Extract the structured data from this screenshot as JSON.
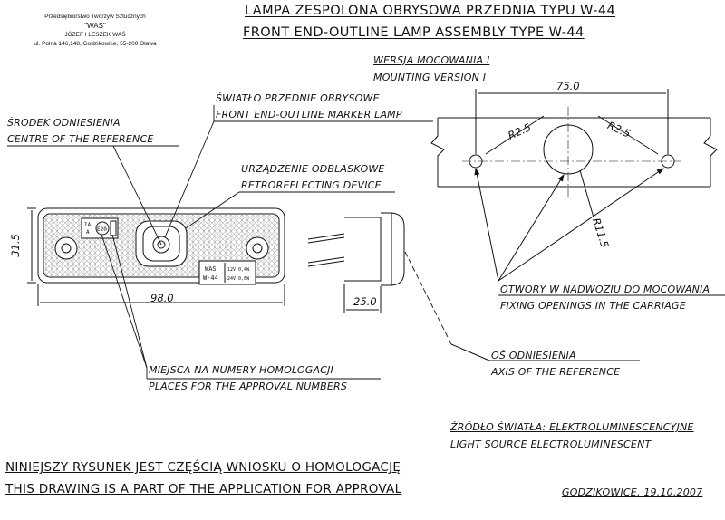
{
  "company": {
    "line1": "Przedsiębiorstwo Tworzyw Sztucznych",
    "line2": "\"WAŚ\"",
    "line3": "JÓZEF I LESZEK WAŚ",
    "line4": "ul. Polna 146,148, Godzikowice, 55-200 Oława"
  },
  "title": {
    "pl": "LAMPA ZESPOLONA OBRYSOWA PRZEDNIA TYPU W-44",
    "en": "FRONT END-OUTLINE LAMP ASSEMBLY TYPE W-44"
  },
  "mounting": {
    "pl": "WERSJA MOCOWANIA I",
    "en": "MOUNTING VERSION I"
  },
  "labels": {
    "marker_lamp_pl": "ŚWIATŁO PRZEDNIE OBRYSOWE",
    "marker_lamp_en": "FRONT END-OUTLINE MARKER LAMP",
    "centre_pl": "ŚRODEK ODNIESIENIA",
    "centre_en": "CENTRE OF THE REFERENCE",
    "retro_pl": "URZĄDZENIE ODBLASKOWE",
    "retro_en": "RETROREFLECTING DEVICE",
    "fixing_pl": "OTWORY W NADWOZIU DO MOCOWANIA",
    "fixing_en": "FIXING OPENINGS IN THE CARRIAGE",
    "axis_pl": "OŚ ODNIESIENIA",
    "axis_en": "AXIS OF THE REFERENCE",
    "approval_pl": "MIEJSCA NA NUMERY HOMOLOGACJI",
    "approval_en": "PLACES FOR THE APPROVAL NUMBERS",
    "source_pl": "ŹRÓDŁO ŚWIATŁA: ELEKTROLUMINESCENCYJNE",
    "source_en": "LIGHT SOURCE ELECTROLUMINESCENT"
  },
  "dimensions": {
    "width_mounting": "75.0",
    "radius_left": "R2.5",
    "radius_right": "R2.5",
    "radius_center": "R11.5",
    "height": "31.5",
    "length": "98.0",
    "depth": "25.0"
  },
  "lamp_marks": {
    "brand": "WAŚ",
    "type": "W-44",
    "v12": "12V 0,4W",
    "v24": "24V 0,6W",
    "ia": "IA",
    "a": "A",
    "e20": "E20"
  },
  "footer": {
    "pl": "NINIEJSZY RYSUNEK JEST CZĘŚCIĄ WNIOSKU O HOMOLOGACJĘ",
    "en": "THIS DRAWING IS A PART OF THE APPLICATION FOR APPROVAL",
    "place_date": "GODZIKOWICE, 19.10.2007"
  }
}
